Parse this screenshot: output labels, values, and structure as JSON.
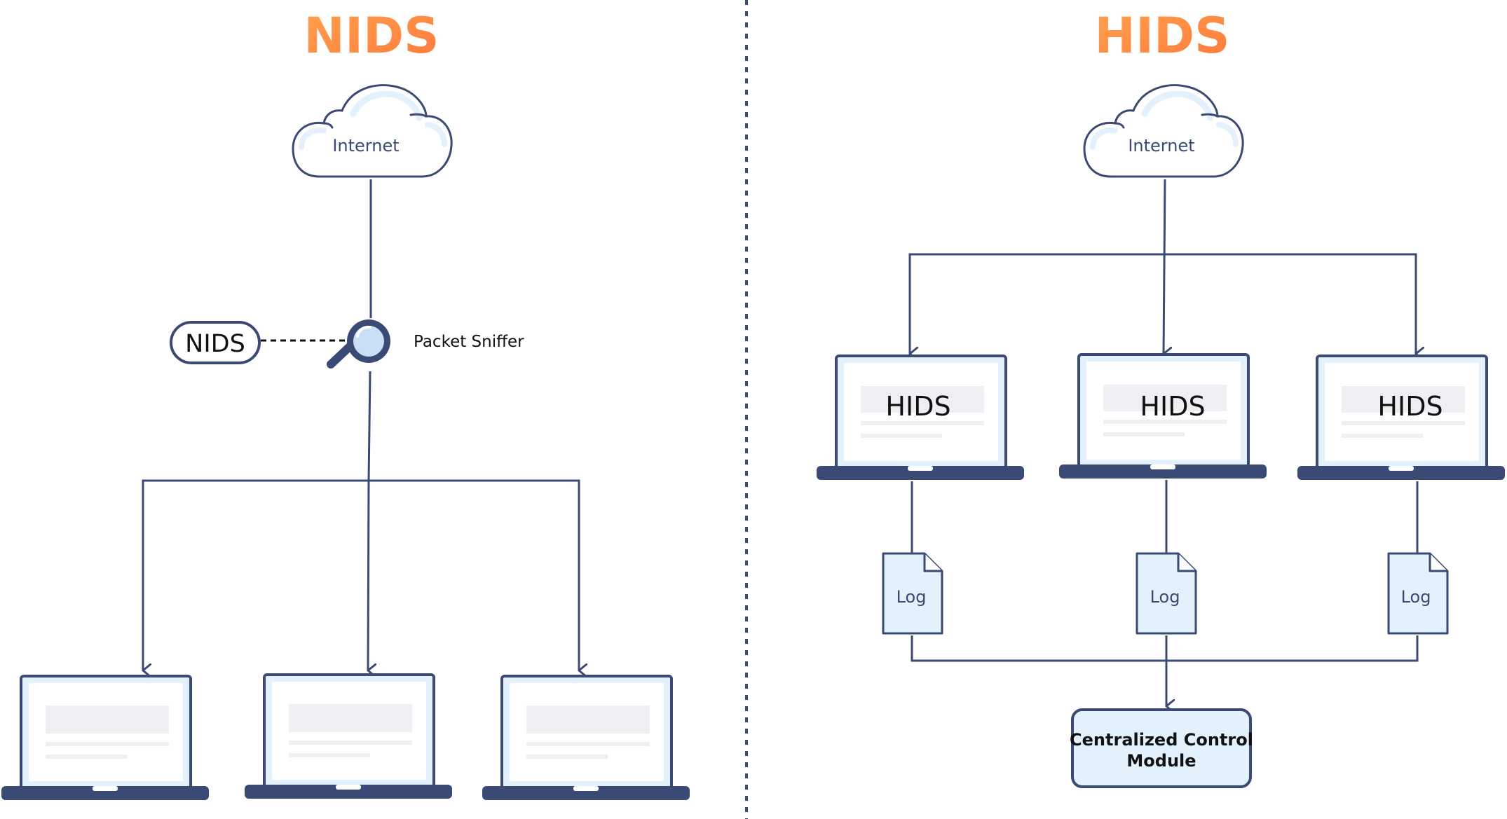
{
  "colors": {
    "title_gradient_start": "#ff9a4a",
    "title_gradient_end": "#ff7a3d",
    "stroke": "#3b4a74",
    "fill_light": "#e3f1fd",
    "screen_placeholder": "#eeeff2"
  },
  "nids_panel": {
    "title": "NIDS",
    "cloud_label": "Internet",
    "sensor_label": "NIDS",
    "sniffer_label": "Packet Sniffer",
    "sniffer_icon": "magnifier-icon",
    "laptops": [
      {
        "screen_label": ""
      },
      {
        "screen_label": ""
      },
      {
        "screen_label": ""
      }
    ]
  },
  "hids_panel": {
    "title": "HIDS",
    "cloud_label": "Internet",
    "laptops": [
      {
        "screen_label": "HIDS"
      },
      {
        "screen_label": "HIDS"
      },
      {
        "screen_label": "HIDS"
      }
    ],
    "logs": [
      {
        "label": "Log",
        "icon": "document-icon"
      },
      {
        "label": "Log",
        "icon": "document-icon"
      },
      {
        "label": "Log",
        "icon": "document-icon"
      }
    ],
    "module": {
      "line1": "Centralized Control",
      "line2": "Module"
    }
  }
}
